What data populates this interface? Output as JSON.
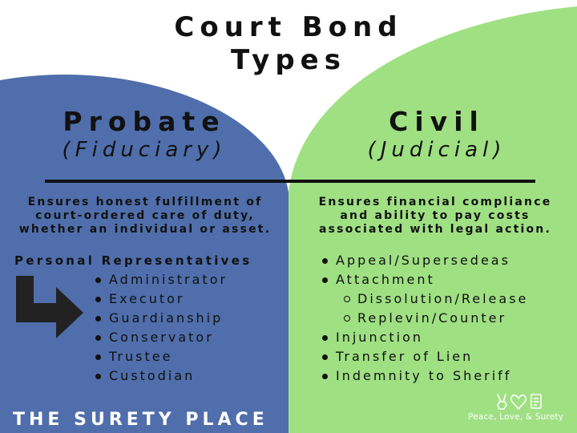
{
  "title": {
    "line1": "Court Bond",
    "line2": "Types"
  },
  "colors": {
    "left_panel": "#4f6eab",
    "right_panel": "#9fe083",
    "text": "#111111",
    "brand_text": "#ffffff"
  },
  "probate": {
    "title": "Probate",
    "subtitle": "(Fiduciary)",
    "description": [
      "Ensures honest fulfillment of",
      "court-ordered care of duty,",
      "whether an individual or asset."
    ],
    "heading": "Personal Representatives",
    "items": [
      "Administrator",
      "Executor",
      "Guardianship",
      "Conservator",
      "Trustee",
      "Custodian"
    ]
  },
  "civil": {
    "title": "Civil",
    "subtitle": "(Judicial)",
    "description": [
      "Ensures financial compliance",
      "and ability to pay costs",
      "associated with legal action."
    ],
    "items": [
      {
        "label": "Appeal/Supersedeas",
        "level": 1
      },
      {
        "label": "Attachment",
        "level": 1
      },
      {
        "label": "Dissolution/Release",
        "level": 2
      },
      {
        "label": "Replevin/Counter",
        "level": 2
      },
      {
        "label": "Injunction",
        "level": 1
      },
      {
        "label": "Transfer of Lien",
        "level": 1
      },
      {
        "label": "Indemnity to Sheriff",
        "level": 1
      }
    ]
  },
  "brand": {
    "name": "THE SURETY PLACE",
    "tagline": "Peace, Love, & Surety",
    "icons": [
      "peace-hand-icon",
      "heart-icon",
      "document-icon"
    ]
  },
  "arrow_icon": "bent-arrow-right-icon"
}
